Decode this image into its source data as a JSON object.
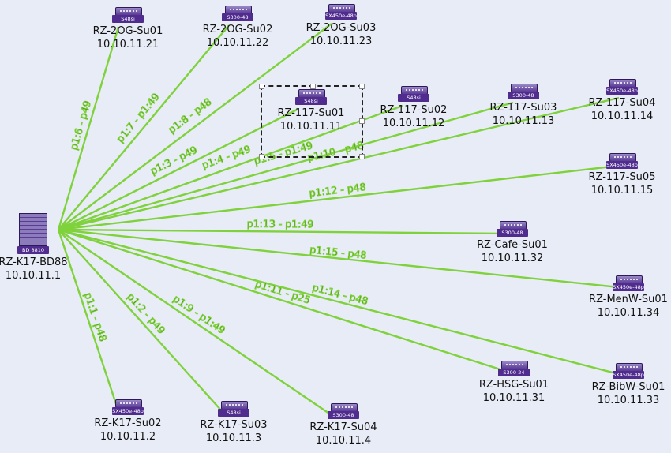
{
  "nodes": {
    "n2og1": {
      "model": "S48si",
      "name": "RZ-2OG-Su01",
      "ip": "10.10.11.21"
    },
    "n2og2": {
      "model": "S300-48",
      "name": "RZ-2OG-Su02",
      "ip": "10.10.11.22"
    },
    "n2og3": {
      "model": "SX450e-48p",
      "name": "RZ-2OG-Su03",
      "ip": "10.10.11.23"
    },
    "n117_1": {
      "model": "S48si",
      "name": "RZ-117-Su01",
      "ip": "10.10.11.11"
    },
    "n117_2": {
      "model": "S48si",
      "name": "RZ-117-Su02",
      "ip": "10.10.11.12"
    },
    "n117_3": {
      "model": "S300-48",
      "name": "RZ-117-Su03",
      "ip": "10.10.11.13"
    },
    "n117_4": {
      "model": "SX450e-48p",
      "name": "RZ-117-Su04",
      "ip": "10.10.11.14"
    },
    "n117_5": {
      "model": "SX450e-48p",
      "name": "RZ-117-Su05",
      "ip": "10.10.11.15"
    },
    "core": {
      "model": "BD 8810",
      "name": "RZ-K17-BD88",
      "ip": "10.10.11.1"
    },
    "cafe": {
      "model": "S300-48",
      "name": "RZ-Cafe-Su01",
      "ip": "10.10.11.32"
    },
    "menw": {
      "model": "SX450e-48p",
      "name": "RZ-MenW-Su01",
      "ip": "10.10.11.34"
    },
    "hsg": {
      "model": "S300-24",
      "name": "RZ-HSG-Su01",
      "ip": "10.10.11.31"
    },
    "bibw": {
      "model": "SX450e-48p",
      "name": "RZ-BibW-Su01",
      "ip": "10.10.11.33"
    },
    "k17_2": {
      "model": "SX450e-48p",
      "name": "RZ-K17-Su02",
      "ip": "10.10.11.2"
    },
    "k17_3": {
      "model": "S48si",
      "name": "RZ-K17-Su03",
      "ip": "10.10.11.3"
    },
    "k17_4": {
      "model": "S300-48",
      "name": "RZ-K17-Su04",
      "ip": "10.10.11.4"
    }
  },
  "links": [
    {
      "to": "n2og1",
      "label": "p1:6 - p49"
    },
    {
      "to": "n2og2",
      "label": "p1:7 - p1:49"
    },
    {
      "to": "n2og3",
      "label": "p1:8 - p48"
    },
    {
      "to": "n117_1",
      "label": "p1:3 - p49"
    },
    {
      "to": "n117_2",
      "label": "p1:4 - p49"
    },
    {
      "to": "n117_3",
      "label": "p1:5 - p1:49"
    },
    {
      "to": "n117_4",
      "label": "p1:10 - p48"
    },
    {
      "to": "n117_5",
      "label": "p1:12 - p48"
    },
    {
      "to": "cafe",
      "label": "p1:13 - p1:49"
    },
    {
      "to": "menw",
      "label": "p1:15 - p48"
    },
    {
      "to": "bibw",
      "label": "p1:14 - p48"
    },
    {
      "to": "hsg",
      "label": "p1:11 - p25"
    },
    {
      "to": "k17_4",
      "label": "p1:9 - p1:49"
    },
    {
      "to": "k17_3",
      "label": "p1:2 - p49"
    },
    {
      "to": "k17_2",
      "label": "p1:1 - p48"
    }
  ],
  "colors": {
    "link": "#7fd23c",
    "device": "#4f2c8e",
    "background": "#e8ecf6"
  }
}
